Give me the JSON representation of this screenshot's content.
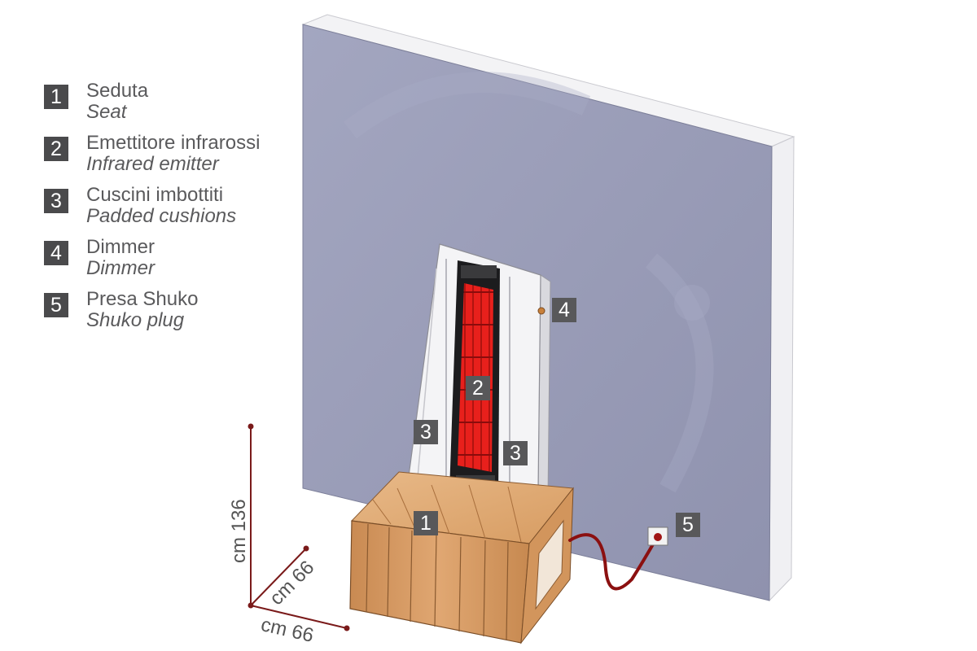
{
  "legend": [
    {
      "num": "1",
      "it": "Seduta",
      "en": "Seat"
    },
    {
      "num": "2",
      "it": "Emettitore infrarossi",
      "en": "Infrared emitter"
    },
    {
      "num": "3",
      "it": "Cuscini imbottiti",
      "en": "Padded cushions"
    },
    {
      "num": "4",
      "it": "Dimmer",
      "en": "Dimmer"
    },
    {
      "num": "5",
      "it": "Presa Shuko",
      "en": "Shuko plug"
    }
  ],
  "callouts": {
    "seat": "1",
    "emitter": "2",
    "cushion_left": "3",
    "cushion_right": "3",
    "dimmer": "4",
    "plug": "5"
  },
  "dimensions": {
    "height": "cm 136",
    "depth": "cm 66",
    "width": "cm 66"
  },
  "colors": {
    "wall_front": "#9a9cb8",
    "wall_edge": "#f4f4f6",
    "wood": "#d89a62",
    "emitter_red": "#e0201a",
    "cable": "#8b1010",
    "dimension_line": "#7a1a1a"
  }
}
